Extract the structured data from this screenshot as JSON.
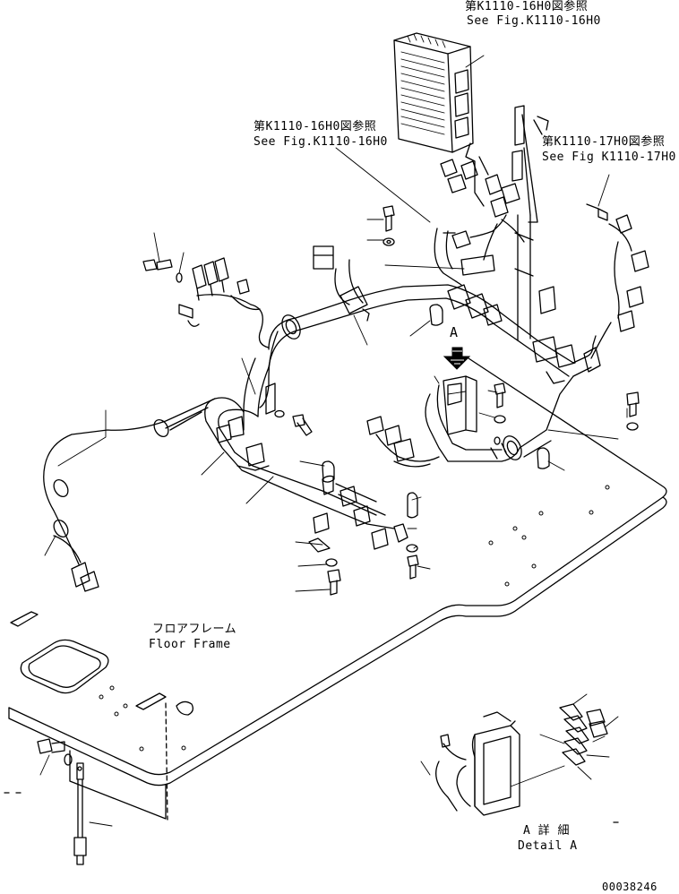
{
  "callouts": {
    "top_right": {
      "jp": "第K1110-16H0図参照",
      "en": "See Fig.K1110-16H0"
    },
    "middle": {
      "jp": "第K1110-16H0図参照",
      "en": "See Fig.K1110-16H0"
    },
    "right": {
      "jp": "第K1110-17H0図参照",
      "en": "See Fig K1110-17H0"
    }
  },
  "view_marker": "A",
  "floor_frame": {
    "jp": "フロアフレーム",
    "en": "Floor Frame"
  },
  "detail": {
    "jp": "A 詳 細",
    "en": "Detail A"
  },
  "drawing_number": "00038246"
}
